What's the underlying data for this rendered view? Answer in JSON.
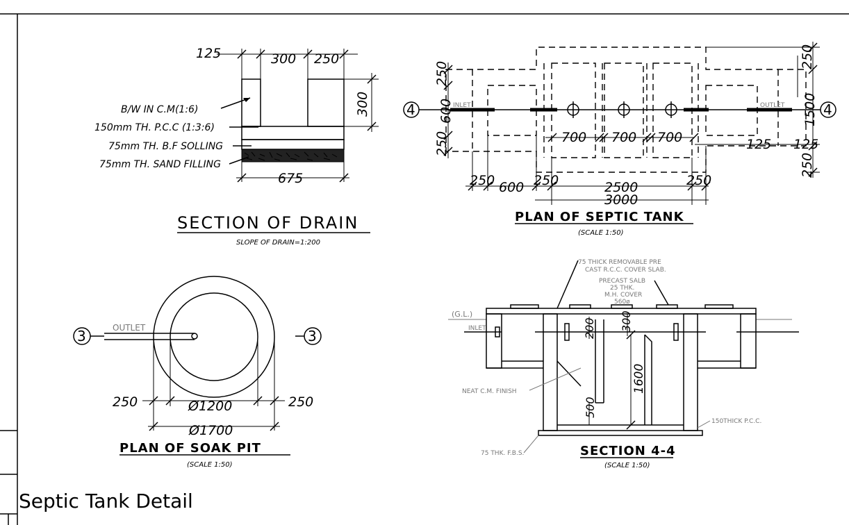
{
  "sheet": {
    "title": "Septic Tank Detail"
  },
  "section_of_drain": {
    "title": "SECTION  OF  DRAIN",
    "note": "SLOPE OF DRAIN=1:200",
    "dims": {
      "d125": "125",
      "d300": "300",
      "d250": "250",
      "d675": "675",
      "v300": "300"
    },
    "labels": {
      "bw": "B/W IN C.M(1:6)",
      "pcc": "150mm TH. P.C.C (1:3:6)",
      "solling": "75mm TH. B.F SOLLING",
      "sand": "75mm TH. SAND FILLING"
    }
  },
  "plan_septic_tank": {
    "title": "PLAN  OF  SEPTIC  TANK",
    "scale": "(SCALE 1:50)",
    "section_mark": "4",
    "inlet": "INLET",
    "outlet": "OUTLET",
    "dims": {
      "d250a": "250",
      "d600": "600",
      "d250b": "250",
      "d700a": "700",
      "d700b": "700",
      "d700c": "700",
      "d125a": "125",
      "d125b": "125",
      "d250c": "250",
      "d600b": "600",
      "d250d": "250",
      "d2500": "2500",
      "d3000": "3000",
      "d250e": "250",
      "d1500": "1500",
      "d250f": "250",
      "d250g": "250"
    }
  },
  "plan_soak_pit": {
    "title": "PLAN  OF  SOAK  PIT",
    "scale": "(SCALE 1:50)",
    "section_mark": "3",
    "outlet": "OUTLET",
    "dims": {
      "w250a": "250",
      "d1200": "Ø1200",
      "w250b": "250",
      "d1700": "Ø1700"
    }
  },
  "section_4_4": {
    "title": "SECTION  4-4",
    "scale": "(SCALE 1:50)",
    "labels": {
      "cover_slab_1": "75 THICK REMOVABLE PRE",
      "cover_slab_2": "CAST R.C.C. COVER SLAB.",
      "precast_1": "PRECAST SALB",
      "precast_2": "25 THK.",
      "precast_3": "M.H. COVER",
      "precast_4": "560ø",
      "gl": "(G.L.)",
      "inlet": "INLET",
      "neat": "NEAT C.M. FINISH",
      "pcc": "150THICK P.C.C.",
      "fbs": "75 THK. F.B.S."
    },
    "dims": {
      "d200": "200",
      "d300": "300",
      "d1600": "1600",
      "d500": "500"
    }
  }
}
